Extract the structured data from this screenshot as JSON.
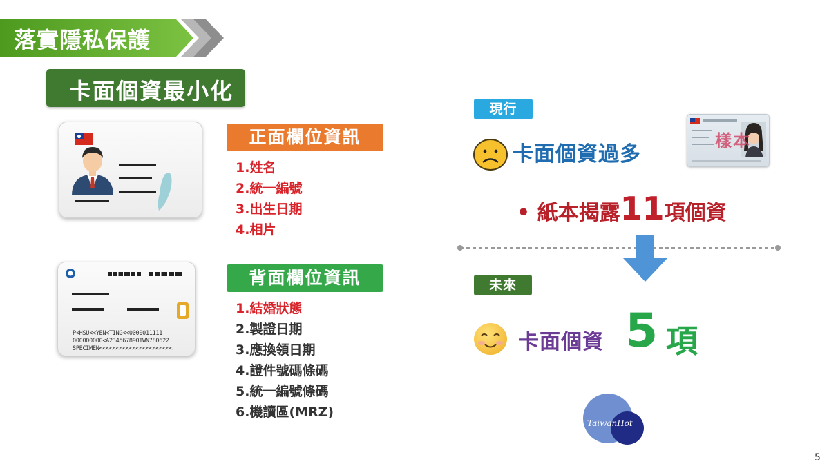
{
  "title": "落實隱私保護",
  "subtitle": "卡面個資最小化",
  "front": {
    "header": "正面欄位資訊",
    "items": [
      "1.姓名",
      "2.統一編號",
      "3.出生日期",
      "4.相片"
    ]
  },
  "back": {
    "header": "背面欄位資訊",
    "items": [
      "1.結婚狀態",
      "2.製證日期",
      "3.應換領日期",
      "4.證件號碼條碼",
      "5.統一編號條碼",
      "6.機讀區(MRZ)"
    ]
  },
  "mrz_lines": [
    "P<HSU<<YEN<TING<<0000011111",
    "000000000<A234567890TWN780622",
    "SPECIMEN<<<<<<<<<<<<<<<<<<<<<<"
  ],
  "current": {
    "tag": "現行",
    "text": "卡面個資過多",
    "bullet_prefix": "紙本揭露",
    "bullet_number": "11",
    "bullet_suffix": "項個資",
    "stamp": "樣本"
  },
  "future": {
    "tag": "未來",
    "text": "卡面個資",
    "number": "5",
    "unit": "項"
  },
  "logo_text": "TaiwanHot",
  "page_number": "5",
  "colors": {
    "title_green": "#4d9a1f",
    "subtitle_green": "#3f7a30",
    "front_orange": "#e97a2e",
    "back_green": "#35a94a",
    "tag_blue": "#2aa8e0",
    "red_text": "#d8232a",
    "future_number_green": "#27a64a",
    "future_text_purple": "#6b3b96",
    "current_text_blue": "#1f6db0"
  },
  "icons": [
    "sad-face-icon",
    "smiley-face-icon",
    "down-arrow-icon",
    "taiwan-flag-icon",
    "avatar-icon",
    "chip-icon",
    "emblem-icon"
  ]
}
